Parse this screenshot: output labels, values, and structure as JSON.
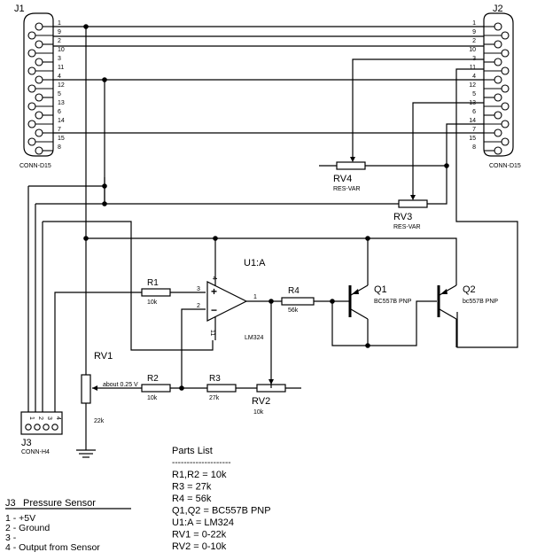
{
  "connectors": {
    "j1": {
      "ref": "J1",
      "type": "CONN-D15"
    },
    "j2": {
      "ref": "J2",
      "type": "CONN-D15"
    },
    "j3": {
      "ref": "J3",
      "type": "CONN-H4",
      "pins": [
        "1",
        "2",
        "3",
        "4"
      ]
    },
    "pins": [
      "1",
      "9",
      "2",
      "10",
      "3",
      "11",
      "4",
      "12",
      "5",
      "13",
      "6",
      "14",
      "7",
      "15",
      "8"
    ]
  },
  "components": {
    "u1": {
      "ref": "U1:A",
      "part": "LM324",
      "pin_in_plus": "3",
      "pin_in_minus": "2",
      "pin_out": "1",
      "pin_vcc": "4",
      "pin_gnd": "11",
      "plus_sign": "+",
      "minus_sign": "−"
    },
    "r1": {
      "ref": "R1",
      "value": "10k"
    },
    "r2": {
      "ref": "R2",
      "value": "10k"
    },
    "r3": {
      "ref": "R3",
      "value": "27k"
    },
    "r4": {
      "ref": "R4",
      "value": "56k"
    },
    "rv1": {
      "ref": "RV1",
      "value": "22k"
    },
    "rv2": {
      "ref": "RV2",
      "value": "10k"
    },
    "rv3": {
      "ref": "RV3",
      "type": "RES-VAR"
    },
    "rv4": {
      "ref": "RV4",
      "type": "RES-VAR"
    },
    "q1": {
      "ref": "Q1",
      "part": "BC557B PNP"
    },
    "q2": {
      "ref": "Q2",
      "part": "bc557B PNP"
    }
  },
  "annotation": {
    "voltage": "about 0.25 V"
  },
  "parts_list": {
    "title": "Parts List",
    "rule": "--------------------",
    "items": [
      "R1,R2 = 10k",
      "R3 = 27k",
      "R4 = 56k",
      "Q1,Q2 = BC557B PNP",
      "U1:A = LM324",
      "RV1 = 0-22k",
      "RV2 = 0-10k"
    ]
  },
  "sensor_legend": {
    "ref": "J3",
    "title": "Pressure Sensor",
    "items": [
      "1 - +5V",
      "2 - Ground",
      "3 -",
      "4 - Output from Sensor"
    ]
  }
}
